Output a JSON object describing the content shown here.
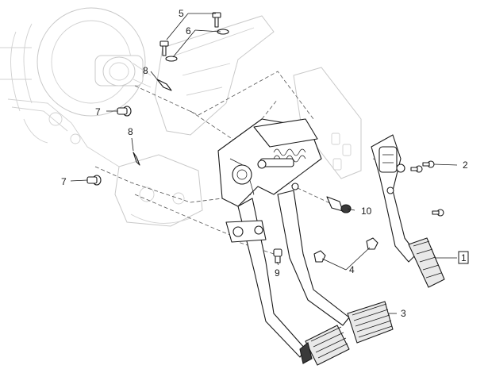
{
  "callouts": {
    "c1": "1",
    "c2": "2",
    "c3": "3",
    "c4": "4",
    "c5": "5",
    "c6": "6",
    "c7a": "7",
    "c7b": "7",
    "c8a": "8",
    "c8b": "8",
    "c9": "9",
    "c10": "10"
  },
  "highlighted_callout": "1",
  "colors": {
    "line": "#1a1a1a",
    "ghost": "#c9c9c9",
    "highlight_box": "#1a1a1a"
  }
}
